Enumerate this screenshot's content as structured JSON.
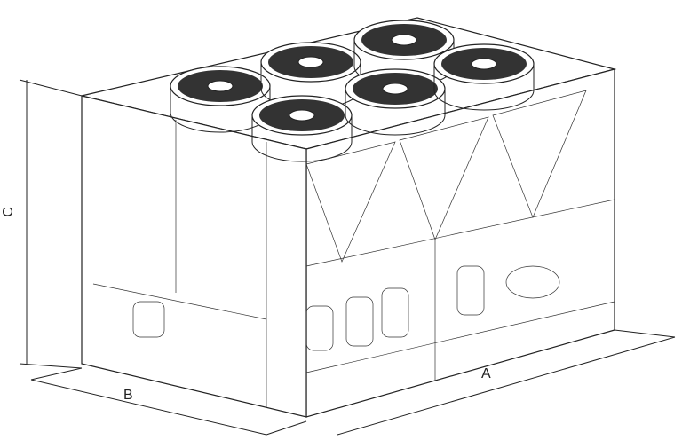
{
  "dimensions": {
    "a": "A",
    "b": "B",
    "c": "C"
  },
  "fans": 6,
  "coil_sections": 3,
  "compressors_visible": 4
}
